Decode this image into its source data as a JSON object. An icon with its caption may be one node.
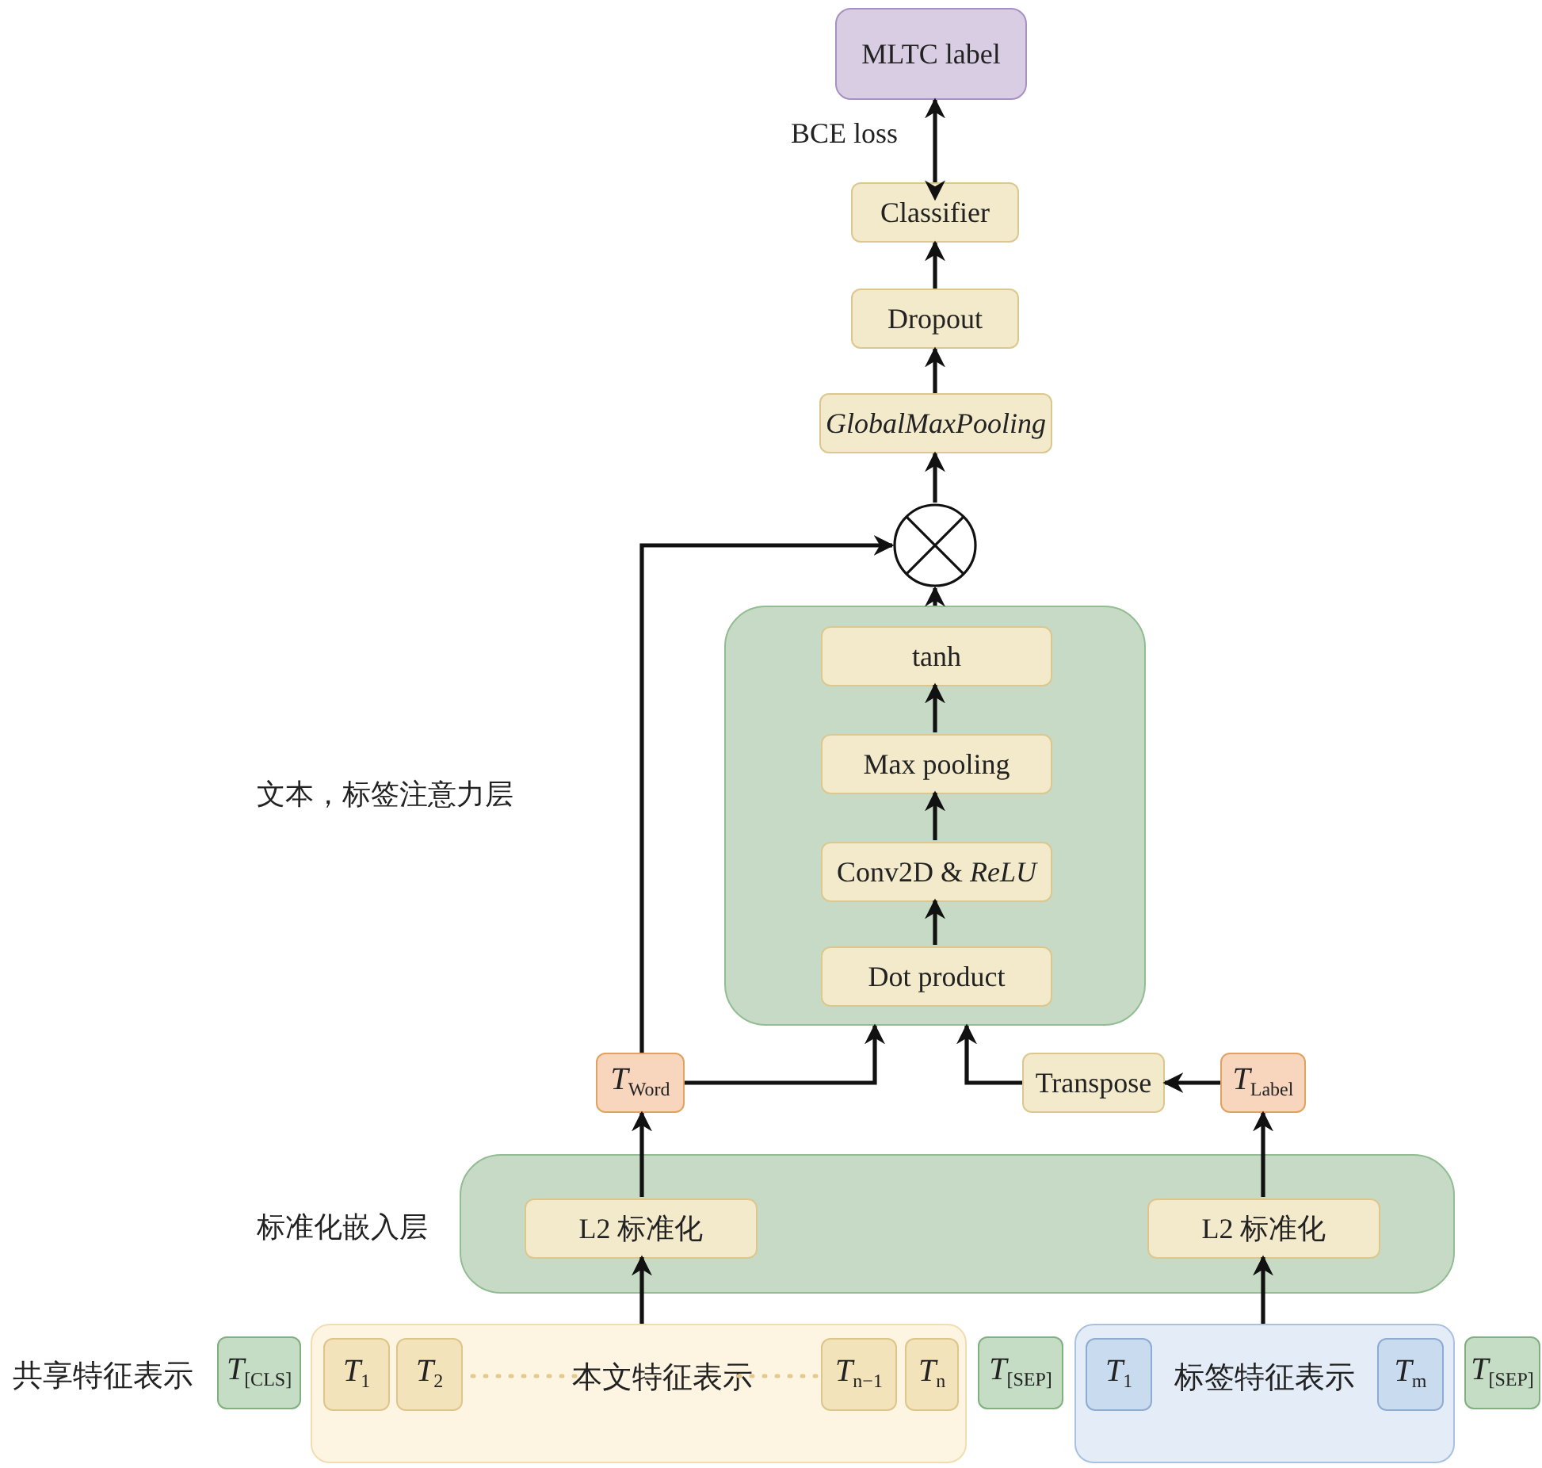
{
  "diagram": {
    "nodes": [
      {
        "text": [
          "MLTC label"
        ]
      },
      {
        "text": [
          "Classifier"
        ]
      },
      {
        "text": [
          "Dropout"
        ]
      },
      {
        "text": [
          "GlobalMaxPooling"
        ]
      },
      {
        "text": [],
        "shape": "circle"
      },
      {
        "text": [],
        "shape": "box"
      },
      {
        "text": [
          "tanh"
        ],
        "in": 5
      },
      {
        "text": [
          "Max pooling"
        ],
        "in": 5
      },
      {
        "text": [
          "Conv2D & *ReLU*"
        ],
        "in": 5
      },
      {
        "text": [
          "Dot product"
        ],
        "in": 5
      },
      {
        "text": [
          "*T*$_{Word}$"
        ]
      },
      {
        "text": [
          "Transpose"
        ]
      },
      {
        "text": [
          "*T*$_{Label}$"
        ]
      },
      {
        "text": [],
        "shape": "box",
        "beside": [
          "标准化嵌入层"
        ]
      },
      {
        "text": [
          "L2 标准化"
        ],
        "in": 13
      },
      {
        "text": [
          "L2 标准化"
        ],
        "in": 13
      },
      {
        "text": [
          "*T*$_{[CLS]}$"
        ]
      },
      {
        "text": [
          "本文特征表示"
        ]
      },
      {
        "text": [
          "*T*$_{1}$"
        ],
        "in": 17
      },
      {
        "text": [
          "*T*$_{2}$"
        ],
        "in": 17
      },
      {
        "text": [
          "*T*$_{n−1}$"
        ],
        "in": 17
      },
      {
        "text": [
          "*T*$_{n}$"
        ],
        "in": 17
      },
      {
        "text": [
          "*T*$_{[SEP]}$"
        ]
      },
      {
        "text": [
          "标签特征表示"
        ]
      },
      {
        "text": [
          "*T*$_{1}$"
        ],
        "in": 23
      },
      {
        "text": [
          "*T*$_{m}$"
        ],
        "in": 23
      },
      {
        "text": [
          "*T*$_{[SEP]}$"
        ]
      }
    ],
    "edges": [
      {
        "from": 1,
        "to": 0,
        "arrow": "both",
        "label": "BCE loss"
      },
      {
        "from": 2,
        "to": 1,
        "arrow": "to"
      },
      {
        "from": 3,
        "to": 2,
        "arrow": "to"
      },
      {
        "from": 4,
        "to": 3,
        "arrow": "to"
      },
      {
        "from": 5,
        "to": 4,
        "arrow": "to"
      },
      {
        "from": 9,
        "to": 8,
        "arrow": "to"
      },
      {
        "from": 8,
        "to": 7,
        "arrow": "to"
      },
      {
        "from": 7,
        "to": 6,
        "arrow": "to"
      },
      {
        "from": 10,
        "to": 4,
        "arrow": "to"
      },
      {
        "from": 10,
        "to": 5,
        "arrow": "to"
      },
      {
        "from": 11,
        "to": 5,
        "arrow": "to"
      },
      {
        "from": 12,
        "to": 11,
        "arrow": "to"
      },
      {
        "from": 14,
        "to": 10,
        "arrow": "to"
      },
      {
        "from": 15,
        "to": 12,
        "arrow": "to"
      },
      {
        "from": 17,
        "to": 14,
        "arrow": "to"
      },
      {
        "from": 23,
        "to": 15,
        "arrow": "to"
      }
    ],
    "labels": [
      "文本，标签注意力层",
      "共享特征表示"
    ]
  }
}
